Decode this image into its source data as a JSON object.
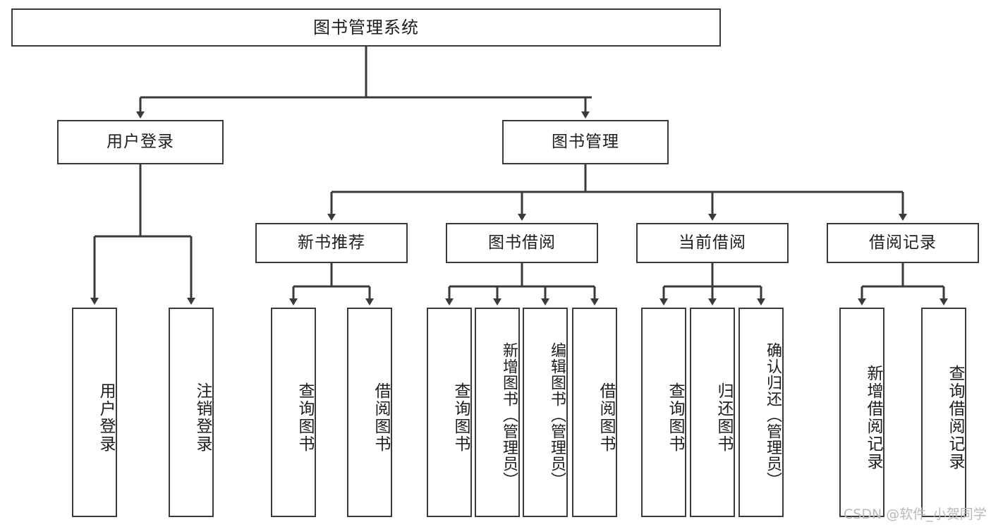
{
  "diagram": {
    "title": "图书管理系统",
    "root": {
      "label": "图书管理系统"
    },
    "level2": [
      {
        "label": "用户登录"
      },
      {
        "label": "图书管理"
      }
    ],
    "level3": [
      {
        "label": "新书推荐"
      },
      {
        "label": "图书借阅"
      },
      {
        "label": "当前借阅"
      },
      {
        "label": "借阅记录"
      }
    ],
    "leaves": {
      "user_login": [
        {
          "label": "用户登录"
        },
        {
          "label": "注销登录"
        }
      ],
      "new_book_recommend": [
        {
          "label": "查询图书"
        },
        {
          "label": "借阅图书"
        }
      ],
      "book_borrow": [
        {
          "label": "查询图书"
        },
        {
          "label": "新增图书（管理员）"
        },
        {
          "label": "编辑图书（管理员）"
        },
        {
          "label": "借阅图书"
        }
      ],
      "current_borrow": [
        {
          "label": "查询图书"
        },
        {
          "label": "归还图书"
        },
        {
          "label": "确认归还（管理员）"
        }
      ],
      "borrow_record": [
        {
          "label": "新增借阅记录"
        },
        {
          "label": "查询借阅记录"
        }
      ]
    }
  },
  "watermark": {
    "text": "CSDN @软件_小贺同学"
  },
  "colors": {
    "line": "#3a3a3a",
    "box_border": "#3a3a3a",
    "box_fill": "#ffffff",
    "text": "#1d1d1d",
    "watermark": "#b9b9b9",
    "background": "#ffffff"
  }
}
